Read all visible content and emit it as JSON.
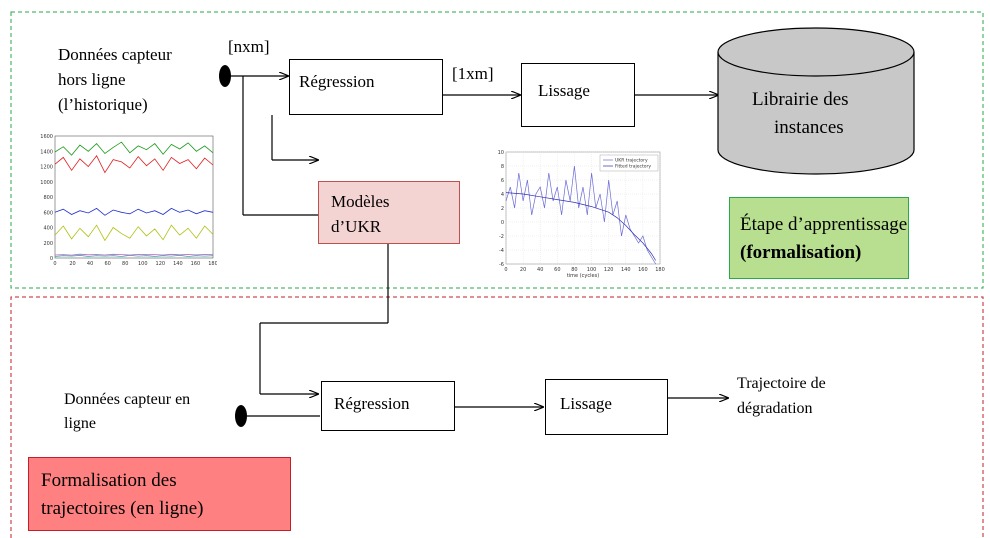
{
  "diagram": {
    "offline": {
      "input_label_line1": "Données capteur",
      "input_label_line2": "hors ligne",
      "input_label_line3": "(l’historique)",
      "dim_nxm": "[nxm]",
      "dim_1xm": "[1xm]",
      "regression": "Régression",
      "smoothing": "Lissage",
      "library_line1": "Librairie  des",
      "library_line2": "instances",
      "ukr_line1": "Modèles",
      "ukr_line2": "d’UKR",
      "stage_line1": "Étape d’apprentissage",
      "stage_line2": "(formalisation)"
    },
    "online": {
      "input_label_line1": "Données capteur en",
      "input_label_line2": "ligne",
      "regression": "Régression",
      "smoothing": "Lissage",
      "output_line1": "Trajectoire de",
      "output_line2": "dégradation",
      "stage_line1": "Formalisation des",
      "stage_line2": "trajectoires (en ligne)"
    },
    "colors": {
      "learning_border": "#2aa84a",
      "online_border": "#c0202a",
      "ukr_fill": "#f4d4d2",
      "ukr_border": "#c0504d",
      "learning_label_fill": "#b7df8f",
      "online_label_fill": "#ff8080",
      "cylinder_fill": "#c8c8c8"
    }
  },
  "chart_data": [
    {
      "type": "line",
      "title": "",
      "xlim": [
        0,
        180
      ],
      "ylim": [
        0,
        1600
      ],
      "x_ticks": [
        "0",
        "20",
        "40",
        "60",
        "80",
        "100",
        "120",
        "140",
        "160",
        "180"
      ],
      "y_ticks": [
        "0",
        "200",
        "400",
        "600",
        "800",
        "1000",
        "1200",
        "1400",
        "1600"
      ],
      "series": [
        {
          "color": "#1a9a1a",
          "values": [
            1390,
            1460,
            1350,
            1480,
            1400,
            1500,
            1370,
            1450,
            1520,
            1380,
            1470,
            1420,
            1500,
            1360,
            1490,
            1430,
            1510,
            1400,
            1470,
            1380
          ]
        },
        {
          "color": "#e02020",
          "values": [
            1230,
            1320,
            1150,
            1300,
            1200,
            1340,
            1120,
            1290,
            1260,
            1180,
            1330,
            1210,
            1300,
            1150,
            1320,
            1240,
            1290,
            1170,
            1310,
            1220
          ]
        },
        {
          "color": "#2030d0",
          "values": [
            600,
            640,
            570,
            620,
            590,
            650,
            560,
            630,
            600,
            580,
            640,
            590,
            620,
            570,
            650,
            600,
            630,
            580,
            620,
            600
          ]
        },
        {
          "color": "#b0c010",
          "values": [
            300,
            420,
            250,
            390,
            280,
            430,
            230,
            400,
            320,
            260,
            410,
            290,
            380,
            240,
            430,
            300,
            390,
            260,
            420,
            310
          ]
        },
        {
          "color": "#30b0b0",
          "values": [
            20,
            30,
            25,
            35,
            20,
            30,
            25,
            30,
            20,
            35,
            25,
            30,
            20,
            30,
            25,
            35,
            20,
            30,
            25,
            30
          ]
        },
        {
          "color": "#c060c0",
          "values": [
            40,
            45,
            38,
            50,
            42,
            46,
            40,
            48,
            44,
            40,
            47,
            43,
            45,
            40,
            48,
            42,
            46,
            41,
            47,
            44
          ]
        }
      ]
    },
    {
      "type": "line",
      "title": "",
      "xlabel": "time (cycles)",
      "xlim": [
        0,
        180
      ],
      "ylim": [
        -6,
        10
      ],
      "x_ticks": [
        "0",
        "20",
        "40",
        "60",
        "80",
        "100",
        "120",
        "140",
        "160",
        "180"
      ],
      "y_ticks": [
        "10",
        "8",
        "6",
        "4",
        "2",
        "0",
        "-2",
        "-4",
        "-6"
      ],
      "legend": [
        "UKR trajectory",
        "Fitted trajectory"
      ],
      "legend_position": "top-right",
      "series": [
        {
          "name": "UKR trajectory",
          "color": "#6a6ad8",
          "x": [
            0,
            5,
            10,
            15,
            20,
            25,
            30,
            35,
            40,
            45,
            50,
            55,
            60,
            65,
            70,
            75,
            80,
            85,
            90,
            95,
            100,
            105,
            110,
            115,
            120,
            125,
            130,
            135,
            140,
            145,
            150,
            155,
            160,
            165,
            170,
            175
          ],
          "values": [
            3,
            5,
            2,
            7,
            3,
            6,
            1,
            4,
            5,
            2,
            7,
            3,
            5,
            1,
            6,
            3,
            8,
            2,
            5,
            1,
            7,
            2,
            4,
            0,
            6,
            1,
            3,
            -2,
            1,
            -1,
            -2,
            -3,
            -2,
            -4,
            -5,
            -6
          ]
        },
        {
          "name": "Fitted trajectory",
          "color": "#3030b0",
          "x": [
            0,
            20,
            40,
            60,
            80,
            100,
            120,
            130,
            140,
            150,
            160,
            170,
            175
          ],
          "values": [
            4.2,
            4,
            3.6,
            3.2,
            2.8,
            2.2,
            1.4,
            0.6,
            -0.5,
            -1.8,
            -3,
            -4.5,
            -5.5
          ]
        }
      ]
    }
  ]
}
